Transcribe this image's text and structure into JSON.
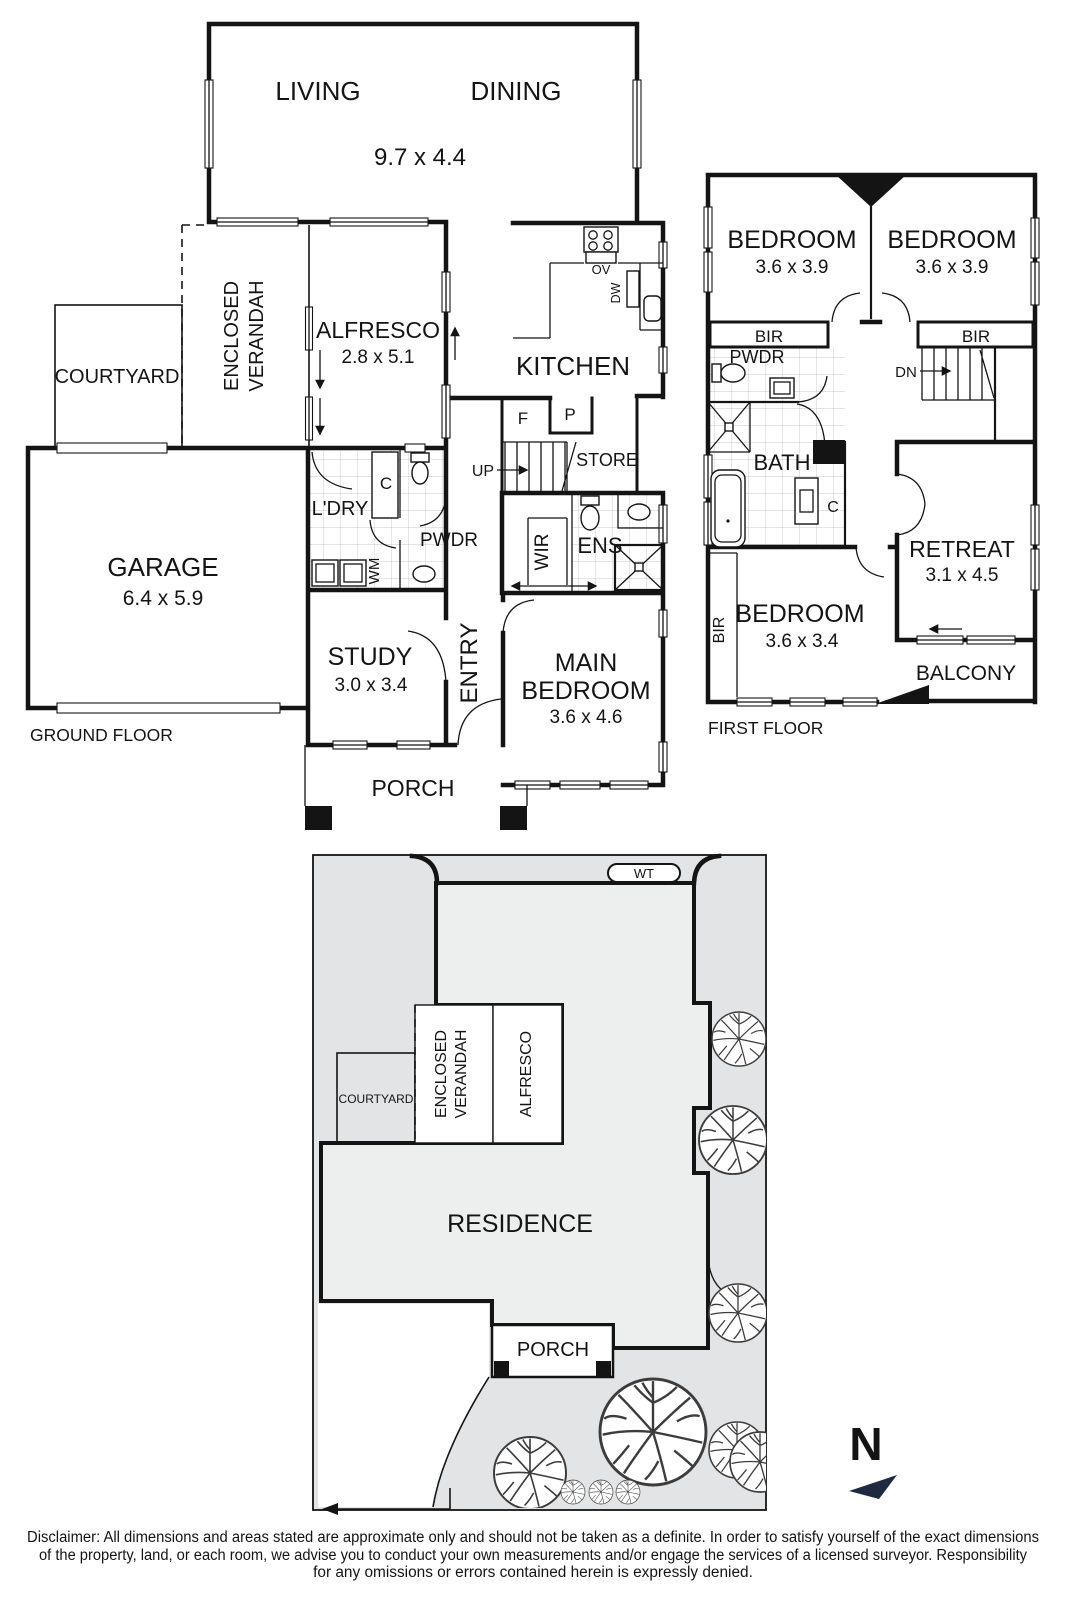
{
  "ground_floor": {
    "label": "GROUND FLOOR",
    "living": "LIVING",
    "dining": "DINING",
    "living_dining_dims": "9.7 x 4.4",
    "courtyard": "COURTYARD",
    "verandah_line1": "ENCLOSED",
    "verandah_line2": "VERANDAH",
    "alfresco": "ALFRESCO",
    "alfresco_dims": "2.8 x 5.1",
    "kitchen": "KITCHEN",
    "oven": "OV",
    "dishwasher": "DW",
    "fridge": "F",
    "pantry": "P",
    "up": "UP",
    "store": "STORE",
    "garage": "GARAGE",
    "garage_dims": "6.4 x 5.9",
    "laundry": "L'DRY",
    "cupboard": "C",
    "powder": "PWDR",
    "washing_machine": "WM",
    "wir": "WIR",
    "ensuite": "ENS",
    "study": "STUDY",
    "study_dims": "3.0 x 3.4",
    "entry": "ENTRY",
    "main_bedroom_line1": "MAIN",
    "main_bedroom_line2": "BEDROOM",
    "main_bedroom_dims": "3.6 x 4.6",
    "porch": "PORCH"
  },
  "first_floor": {
    "label": "FIRST FLOOR",
    "bedroom_left": "BEDROOM",
    "bedroom_left_dims": "3.6 x 3.9",
    "bedroom_right": "BEDROOM",
    "bedroom_right_dims": "3.6 x 3.9",
    "bir_left": "BIR",
    "bir_right": "BIR",
    "bir_side": "BIR",
    "powder": "PWDR",
    "down": "DN",
    "bath": "BATH",
    "cupboard": "C",
    "retreat": "RETREAT",
    "retreat_dims": "3.1 x 4.5",
    "bedroom_rear": "BEDROOM",
    "bedroom_rear_dims": "3.6 x 3.4",
    "balcony": "BALCONY"
  },
  "site_plan": {
    "residence": "RESIDENCE",
    "porch": "PORCH",
    "courtyard": "COURTYARD",
    "verandah_line1": "ENCLOSED",
    "verandah_line2": "VERANDAH",
    "alfresco": "ALFRESCO",
    "water_tank": "WT",
    "north": "N"
  },
  "disclaimer": {
    "line1": "Disclaimer: All dimensions and areas stated are approximate only and should not be taken as a definite. In order to satisfy yourself of the exact dimensions",
    "line2": "of the property, land, or each room, we advise you to conduct your own measurements and/or engage the services of a licensed surveyor. Responsibility",
    "line3": "for any omissions or errors contained herein is expressly denied."
  },
  "colors": {
    "wall": "#141414",
    "lot_fill": "#e3e4e5",
    "residence_fill": "#edeeee",
    "north_arrow": "#1d2a42"
  }
}
